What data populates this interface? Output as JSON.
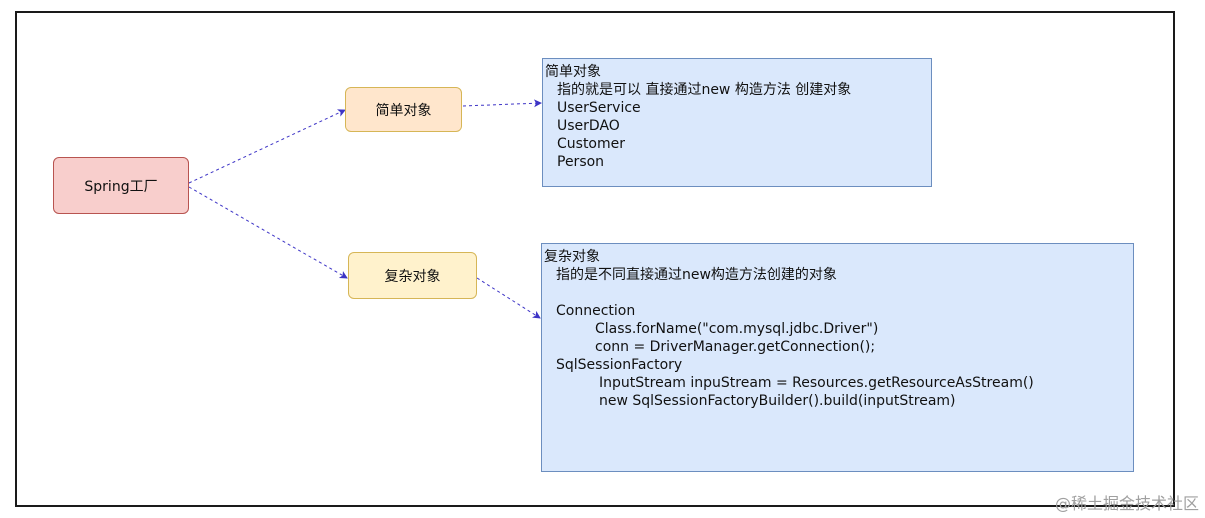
{
  "diagram": {
    "root": {
      "label": "Spring工厂"
    },
    "simple": {
      "node_label": "简单对象",
      "note": {
        "title": "简单对象",
        "description": "指的就是可以 直接通过new 构造方法 创建对象",
        "items": [
          "UserService",
          "UserDAO",
          "Customer",
          "Person"
        ]
      }
    },
    "complex": {
      "node_label": "复杂对象",
      "note": {
        "title": "复杂对象",
        "description": "指的是不同直接通过new构造方法创建的对象",
        "blank": "",
        "connection": {
          "heading": "Connection",
          "lines": [
            "Class.forName(\"com.mysql.jdbc.Driver\")",
            "conn = DriverManager.getConnection();"
          ]
        },
        "sqlsession": {
          "heading": "SqlSessionFactory",
          "lines": [
            "InputStream inpuStream = Resources.getResourceAsStream()",
            "new SqlSessionFactoryBuilder().build(inputStream)"
          ]
        }
      }
    }
  },
  "watermark": "@稀土掘金技术社区",
  "colors": {
    "root_fill": "#f8cecc",
    "root_stroke": "#b85450",
    "simple_fill": "#ffe6cc",
    "complex_fill": "#fff2cc",
    "node_stroke": "#d6b656",
    "note_fill": "#dae8fc",
    "note_stroke": "#6c8ebf",
    "arrow": "#3d34c6"
  }
}
